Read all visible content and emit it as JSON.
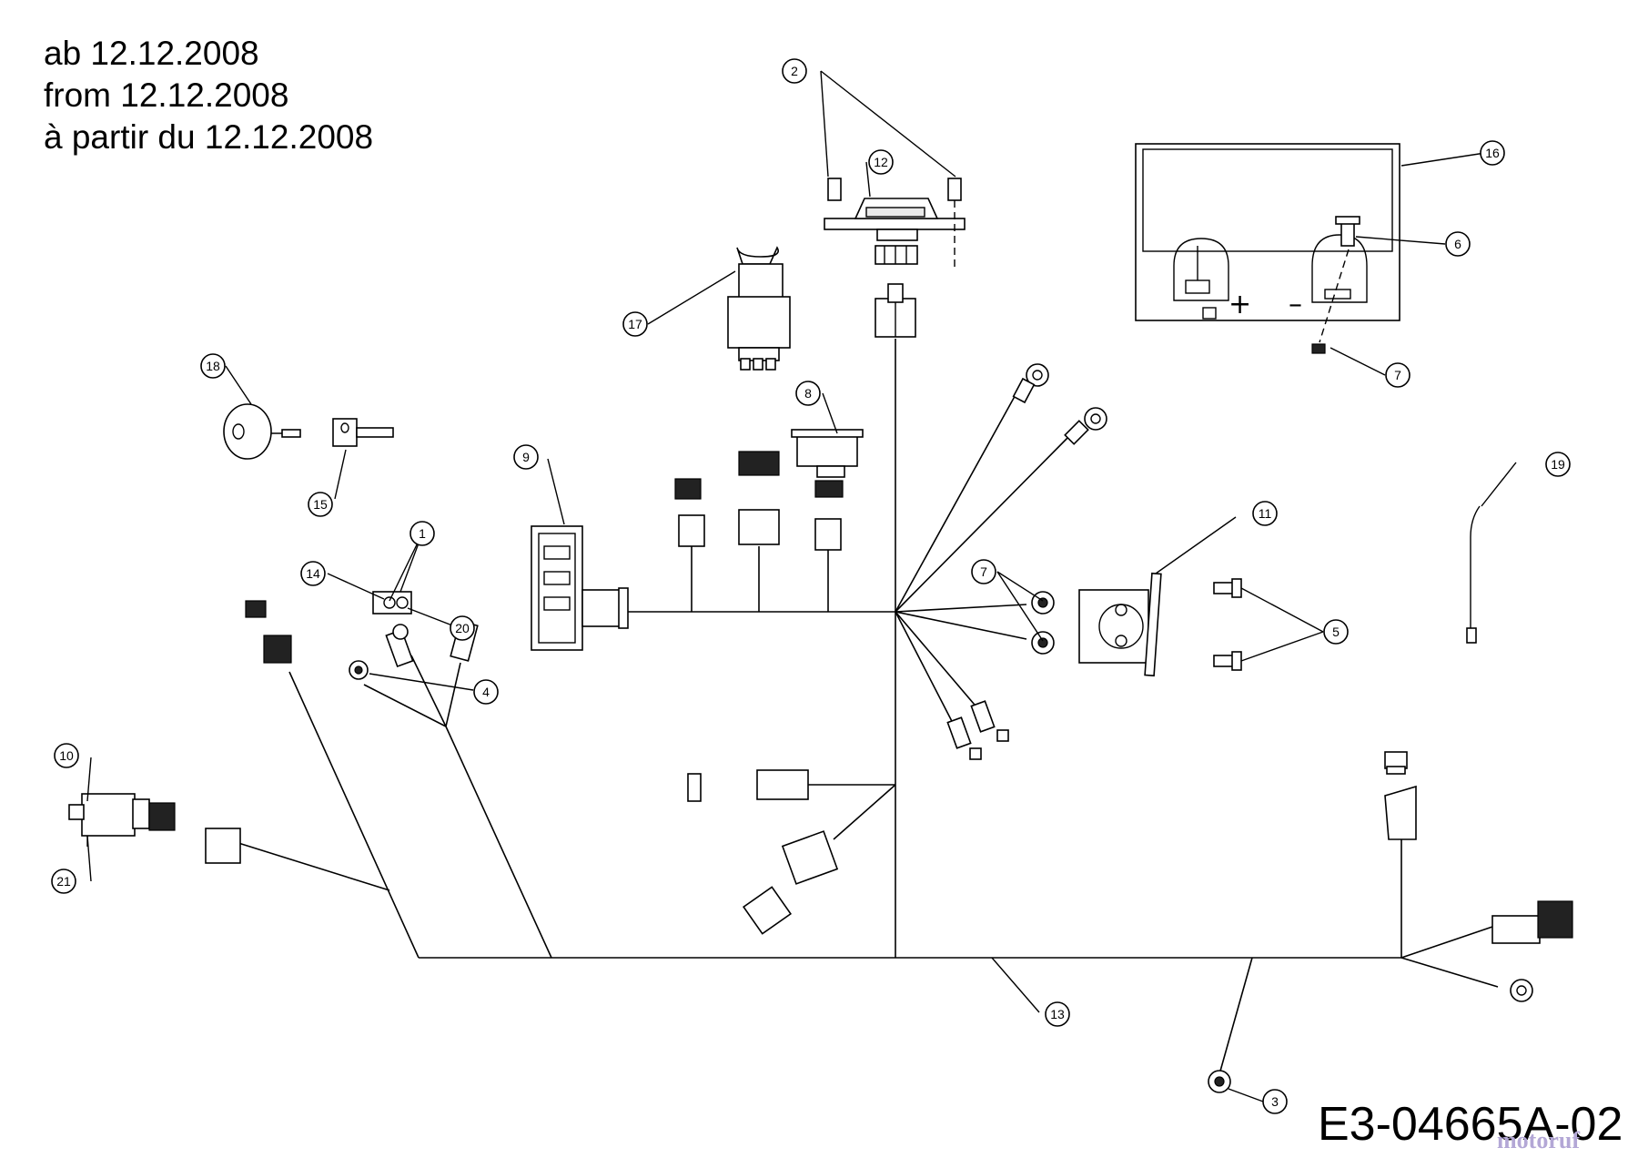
{
  "header": {
    "lines": [
      "ab 12.12.2008",
      "from 12.12.2008",
      "à partir du 12.12.2008"
    ]
  },
  "document_number": "E3-04665A-02",
  "watermark": "motoruf",
  "battery_signs": {
    "plus": "+",
    "minus": "–"
  },
  "callouts": [
    {
      "id": "c1",
      "label": "1"
    },
    {
      "id": "c2",
      "label": "2"
    },
    {
      "id": "c3",
      "label": "3"
    },
    {
      "id": "c4",
      "label": "4"
    },
    {
      "id": "c5",
      "label": "5"
    },
    {
      "id": "c6",
      "label": "6"
    },
    {
      "id": "c7a",
      "label": "7"
    },
    {
      "id": "c7b",
      "label": "7"
    },
    {
      "id": "c8",
      "label": "8"
    },
    {
      "id": "c9",
      "label": "9"
    },
    {
      "id": "c10",
      "label": "10"
    },
    {
      "id": "c11",
      "label": "11"
    },
    {
      "id": "c12",
      "label": "12"
    },
    {
      "id": "c13",
      "label": "13"
    },
    {
      "id": "c14",
      "label": "14"
    },
    {
      "id": "c15",
      "label": "15"
    },
    {
      "id": "c16",
      "label": "16"
    },
    {
      "id": "c17",
      "label": "17"
    },
    {
      "id": "c18",
      "label": "18"
    },
    {
      "id": "c19",
      "label": "19"
    },
    {
      "id": "c20",
      "label": "20"
    },
    {
      "id": "c21",
      "label": "21"
    }
  ]
}
